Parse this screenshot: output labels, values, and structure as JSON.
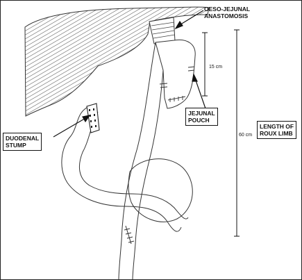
{
  "labels": {
    "anastomosis": {
      "line1": "OESO-JEJUNAL",
      "line2": "ANASTOMOSIS"
    },
    "jejunal_pouch": {
      "line1": "JEJUNAL",
      "line2": "POUCH"
    },
    "duodenal_stump": {
      "line1": "DUODENAL",
      "line2": "STUMP"
    },
    "roux_limb": {
      "line1": "LENGTH OF",
      "line2": "ROUX LIMB"
    },
    "measure_pouch": "15 cm",
    "measure_limb": "60 cm"
  }
}
